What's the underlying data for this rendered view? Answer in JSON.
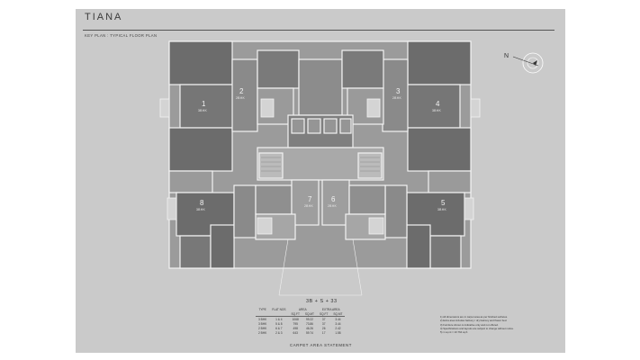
{
  "header": {
    "title": "TIANA",
    "subtitle": "KEY PLAN : TYPICAL FLOOR PLAN"
  },
  "compass": {
    "label": "N"
  },
  "flats": [
    {
      "number": "1",
      "type": "3BHK"
    },
    {
      "number": "2",
      "type": "2BHK"
    },
    {
      "number": "3",
      "type": "2BHK"
    },
    {
      "number": "4",
      "type": "3BHK"
    },
    {
      "number": "5",
      "type": "3BHK"
    },
    {
      "number": "6",
      "type": "2BHK"
    },
    {
      "number": "7",
      "type": "2BHK"
    },
    {
      "number": "8",
      "type": "3BHK"
    }
  ],
  "storeys": "3B + S + 33",
  "carpet_table": {
    "headers": {
      "type": "TYPE",
      "flat_nos": "FLAT NOS",
      "area": "AREA",
      "extra_area": "EXTRA AREA",
      "sqft": "SQ.FT",
      "sqm": "SQ.MT"
    },
    "rows": [
      {
        "type": "3 BHK",
        "flats": "1 & 4",
        "area_sqft": "1068",
        "area_sqm": "99.22",
        "extra_sqft": "37",
        "extra_sqm": "3.44"
      },
      {
        "type": "3 BHK",
        "flats": "5 & 8",
        "area_sqft": "795",
        "area_sqm": "73.86",
        "extra_sqft": "37",
        "extra_sqm": "3.44"
      },
      {
        "type": "2 BHK",
        "flats": "6 & 7",
        "area_sqft": "498",
        "area_sqm": "46.26",
        "extra_sqft": "26",
        "extra_sqm": "2.42"
      },
      {
        "type": "2 BHK",
        "flats": "2 & 3",
        "area_sqft": "643",
        "area_sqm": "59.74",
        "extra_sqft": "17",
        "extra_sqm": "1.58"
      }
    ]
  },
  "statement": "CARPET AREA STATEMENT",
  "notes": [
    "1) All dimensions are in carpet area as per finished surfaces.",
    "2) Extra area includes balcony / dry balcony and flower bed.",
    "3) Furniture shown is indicative only and not offered.",
    "4) Specifications and layouts are subject to change without notice.",
    "5) 1 sq.mt = 10.764 sq.ft."
  ]
}
